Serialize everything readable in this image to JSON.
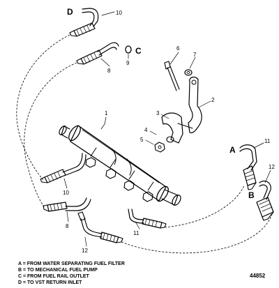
{
  "callouts": {
    "c1": "1",
    "c2": "2",
    "c3": "3",
    "c4": "4",
    "c5": "5",
    "c6": "6",
    "c7": "7",
    "c8_top": "8",
    "c8_bottom": "8",
    "c9": "9",
    "c10_top": "10",
    "c10_bottom": "10",
    "c11_right": "11",
    "c11_bottom": "11",
    "c12_right": "12",
    "c12_bottom": "12"
  },
  "letters": {
    "a": "A",
    "b": "B",
    "c": "C",
    "d": "D"
  },
  "legend": [
    "A = FROM WATER SEPARATING FUEL FILTER",
    "B = TO MECHANICAL FUEL PUMP",
    "C = FROM FUEL RAIL OUTLET",
    "D = TO VST RETURN INLET"
  ],
  "figure_number": "44852"
}
